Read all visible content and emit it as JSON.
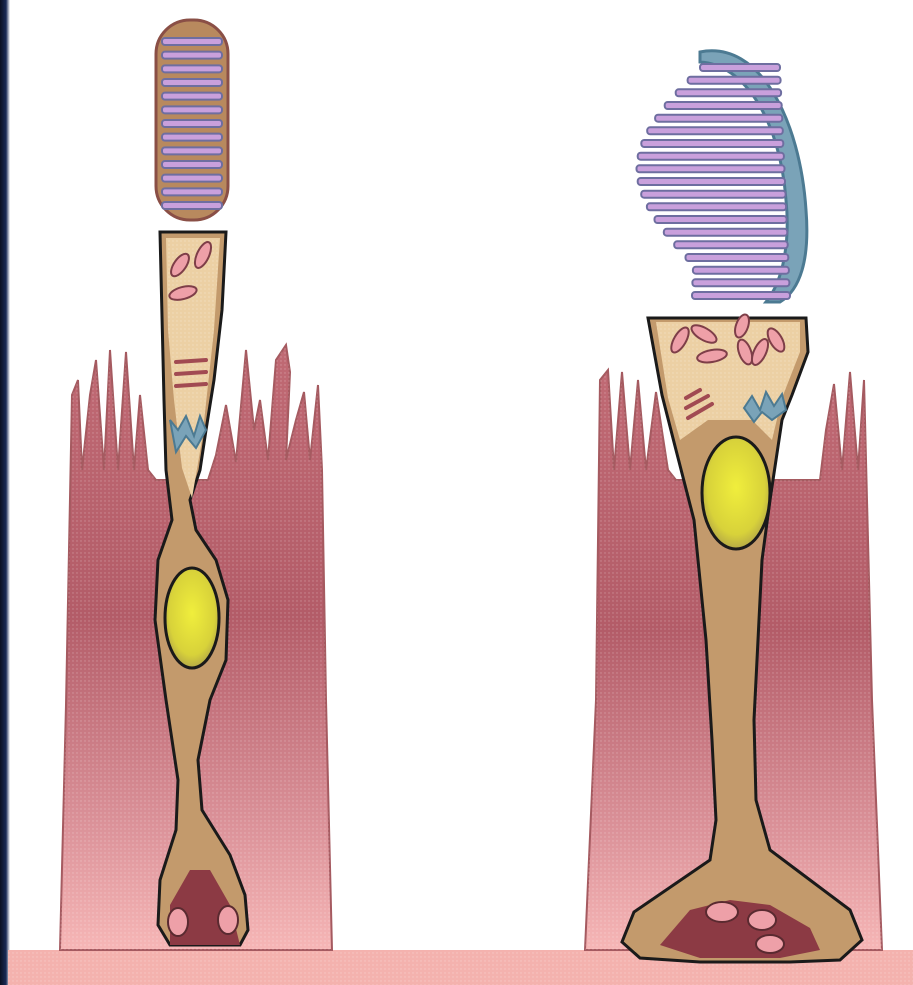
{
  "figure": {
    "subject": "rod-and-cone-photoreceptors",
    "palette": {
      "background": "#ffffff",
      "left_edge": "#15214a",
      "epithelium_dark": "#b35c68",
      "epithelium_mid": "#d98a92",
      "epithelium_light": "#f6b6b6",
      "cell_body": "#c79a6c",
      "cell_light": "#e8c79b",
      "outline": "#1a1a1a",
      "disc_fill": "#c9a0dc",
      "disc_edge": "#6e6ea0",
      "nucleus": "#e4e04a",
      "mitochondria": "#eea0a8",
      "golgi_blue": "#7aa3b8",
      "golgi_red": "#a14a52",
      "synapse": "#8c3a44"
    },
    "rod_disc_count": 13,
    "cone_disc_count": 19
  }
}
